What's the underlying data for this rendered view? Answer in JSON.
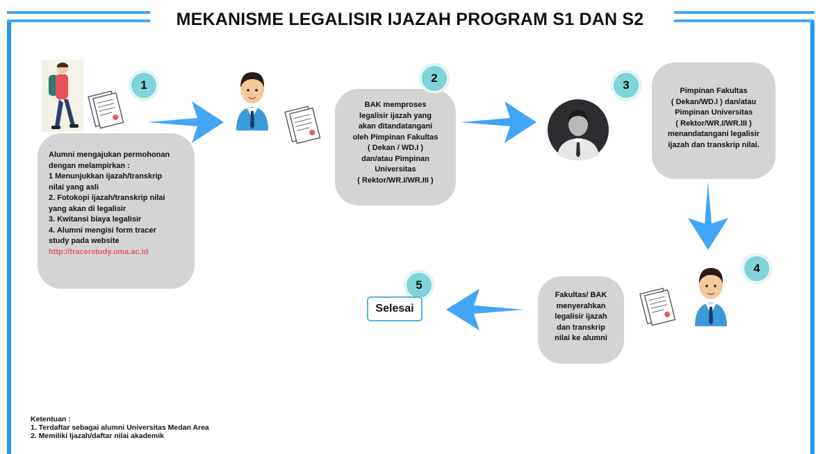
{
  "title": "MEKANISME LEGALISIR IJAZAH PROGRAM S1 DAN S2",
  "steps": {
    "s1": {
      "number": "1",
      "lines": [
        "Alumni mengajukan permohonan",
        "dengan melampirkan :",
        "1  Menunjukkan ijazah/transkrip",
        "nilai yang asli",
        "2. Fotokopi ijazah/transkrip nilai",
        "yang akan di legalisir",
        "3. Kwitansi biaya legalisir",
        "4. Alumni mengisi form tracer",
        "study pada website"
      ],
      "link": "http://tracerstudy.uma.ac.id"
    },
    "s2": {
      "number": "2",
      "lines": [
        "BAK memproses",
        "legalisir  ijazah yang",
        "akan ditandatangani",
        "oleh Pimpinan Fakultas",
        "( Dekan / WD.I )",
        "dan/atau Pimpinan",
        "Universitas",
        "( Rektor/WR.I/WR.III )"
      ]
    },
    "s3": {
      "number": "3",
      "lines": [
        "Pimpinan Fakultas",
        "( Dekan/WD.I ) dan/atau",
        "Pimpinan Universitas",
        "( Rektor/WR.I/WR.III )",
        "menandatangani legalisir",
        "ijazah dan transkrip nilai."
      ]
    },
    "s4": {
      "number": "4",
      "lines": [
        "Fakultas/  BAK",
        "menyerahkan",
        "legalisir ijazah",
        "dan transkrip",
        "nilai ke alumni"
      ]
    },
    "s5": {
      "number": "5",
      "label": "Selesai"
    }
  },
  "ketentuan": {
    "heading": "Ketentuan :",
    "items": [
      "1. Terdaftar sebagai alumni Universitas Medan Area",
      "2. Memiliki Ijazah/daftar nilai akademik"
    ]
  },
  "colors": {
    "accent": "#2196f3",
    "arrow": "#42a5f5",
    "bubble": "#d4d4d4",
    "badge": "#7fd3d9",
    "link": "#e85a5a"
  },
  "icons": [
    "student-icon",
    "document-icon",
    "staff-icon",
    "leader-icon"
  ]
}
